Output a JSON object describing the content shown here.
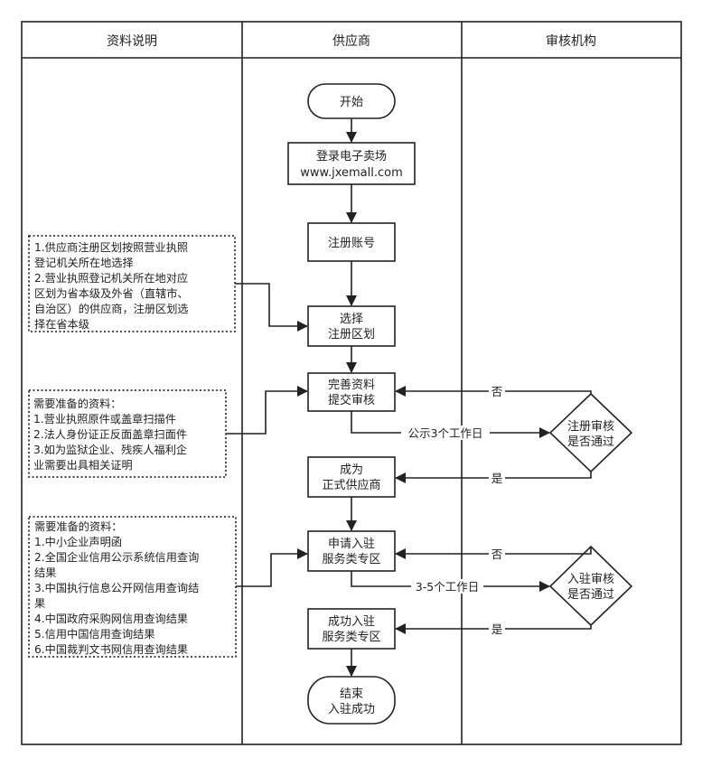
{
  "lanes": {
    "left": "资料说明",
    "middle": "供应商",
    "right": "审核机构"
  },
  "nodes": {
    "start": "开始",
    "login": [
      "登录电子卖场",
      "www.jxemall.com"
    ],
    "register": "注册账号",
    "select_region": [
      "选择",
      "注册区划"
    ],
    "complete_info": [
      "完善资料",
      "提交审核"
    ],
    "reg_review": [
      "注册审核",
      "是否通过"
    ],
    "become_supplier": [
      "成为",
      "正式供应商"
    ],
    "apply_entry": [
      "申请入驻",
      "服务类专区"
    ],
    "entry_review": [
      "入驻审核",
      "是否通过"
    ],
    "entry_success": [
      "成功入驻",
      "服务类专区"
    ],
    "end": [
      "结束",
      "入驻成功"
    ]
  },
  "edge_labels": {
    "publicize_1": "公示3个工作日",
    "publicize_2": "3-5个工作日",
    "no_1": "否",
    "yes_1": "是",
    "no_2": "否",
    "yes_2": "是"
  },
  "notes": {
    "note1": [
      "1.供应商注册区划按照营业执照",
      "登记机关所在地选择",
      "2.营业执照登记机关所在地对应",
      "区划为省本级及外省（直辖市、",
      "自治区）的供应商，注册区划选",
      "择在省本级"
    ],
    "note2": [
      "需要准备的资料：",
      "1.营业执照原件或盖章扫描件",
      "2.法人身份证正反面盖章扫面件",
      "3.如为监狱企业、残疾人福利企",
      "业需要出具相关证明"
    ],
    "note3": [
      "需要准备的资料：",
      "1.中小企业声明函",
      "2.全国企业信用公示系统信用查询",
      "结果",
      "3.中国执行信息公开网信用查询结",
      "果",
      "4.中国政府采购网信用查询结果",
      "5.信用中国信用查询结果",
      "6.中国裁判文书网信用查询结果"
    ]
  }
}
